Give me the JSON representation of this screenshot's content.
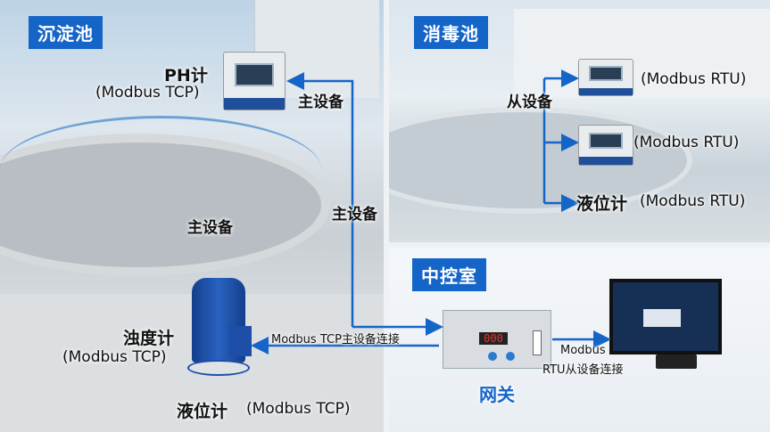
{
  "sections": {
    "sedimentation": "沉淀池",
    "disinfection": "消毒池",
    "control_room": "中控室"
  },
  "left": {
    "ph": {
      "name": "PH计",
      "protocol": "(Modbus TCP)"
    },
    "master1": "主设备",
    "master2": "主设备",
    "master3": "主设备",
    "turbidity": {
      "name": "浊度计",
      "protocol": "(Modbus TCP)"
    },
    "level": {
      "name": "液位计",
      "protocol": "(Modbus TCP)"
    },
    "link": "Modbus TCP主设备连接"
  },
  "right": {
    "slave": "从设备",
    "dev1": "(Modbus RTU)",
    "dev2": "(Modbus RTU)",
    "level": {
      "name": "液位计",
      "protocol": "(Modbus RTU)"
    }
  },
  "control": {
    "gateway": "网关",
    "gateway_display": "000",
    "link_line1": "Modbus",
    "link_line2": "RTU从设备连接"
  },
  "colors": {
    "accent": "#1565c8"
  }
}
